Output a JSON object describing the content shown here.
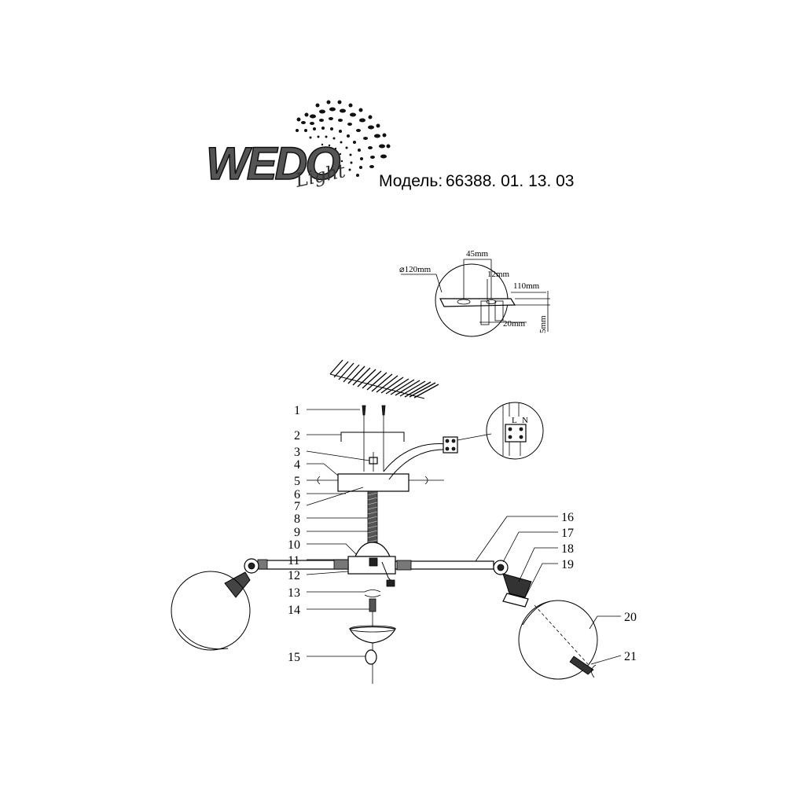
{
  "brand": {
    "logo_text": "WEDO",
    "logo_script": "Light"
  },
  "header": {
    "model_label": "Модель:",
    "model_number": "66388. 01. 13. 03"
  },
  "detail_dimensions": {
    "plate_diameter": "⌀120mm",
    "hole_spacing": "45mm",
    "hole_small": "12mm",
    "plate_length": "110mm",
    "offset": "20mm",
    "thickness": "5mm"
  },
  "terminal_labels": {
    "l": "L",
    "n": "N"
  },
  "part_callouts": [
    "1",
    "2",
    "3",
    "4",
    "5",
    "6",
    "7",
    "8",
    "9",
    "10",
    "11",
    "12",
    "13",
    "14",
    "15",
    "16",
    "17",
    "18",
    "19",
    "20",
    "21"
  ]
}
